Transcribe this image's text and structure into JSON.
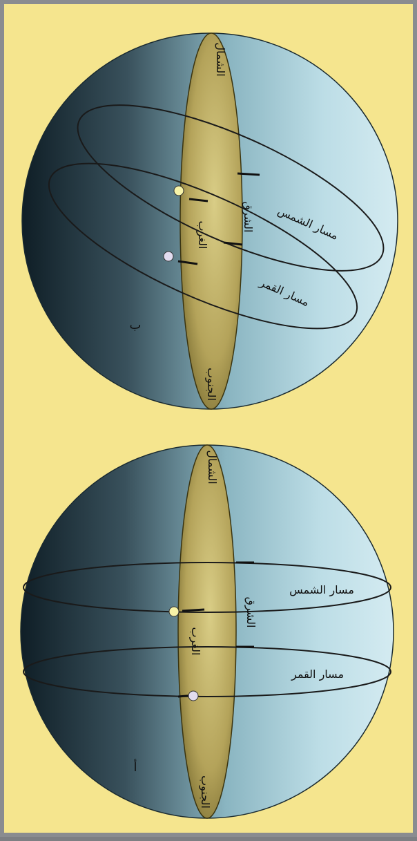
{
  "panel_top": {
    "north_label": "الشمال",
    "south_label": "الجنوب",
    "west_label": "الغرب",
    "east_label": "الشرق",
    "sun_path_label": "مسار الشمس",
    "moon_path_label": "مسار القمر",
    "panel_letter": "ب"
  },
  "panel_bottom": {
    "north_label": "الشمال",
    "south_label": "الجنوب",
    "west_label": "الغرب",
    "east_label": "الشرق",
    "sun_path_label": "مسار الشمس",
    "moon_path_label": "مسار القمر",
    "panel_letter": "أ"
  },
  "colors": {
    "background": "#f5e58e",
    "frame": "#8a8c90",
    "sphere_light": "#cfe7ee",
    "sphere_dark": "#0f1e26",
    "horizon_plane": "#c4b467",
    "sun_marker": "#f7f3a8",
    "moon_marker": "#e2dcf0"
  }
}
